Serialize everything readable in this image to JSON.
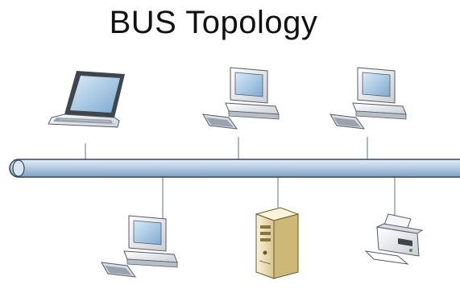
{
  "title": "BUS Topology",
  "nodes": [
    {
      "name": "laptop-icon",
      "position": "top"
    },
    {
      "name": "desktop-computer-icon",
      "position": "top"
    },
    {
      "name": "desktop-computer-icon",
      "position": "top"
    },
    {
      "name": "desktop-computer-icon",
      "position": "bottom"
    },
    {
      "name": "server-icon",
      "position": "bottom"
    },
    {
      "name": "printer-icon",
      "position": "bottom"
    }
  ],
  "colors": {
    "bus_fill": "#b8cde4",
    "bus_stroke": "#33475f",
    "drop_line": "#7a8a9a",
    "device_body": "#eef0f3",
    "device_edge": "#555c66",
    "screen": "#8fb7d8",
    "server_body": "#f3e4b8"
  }
}
